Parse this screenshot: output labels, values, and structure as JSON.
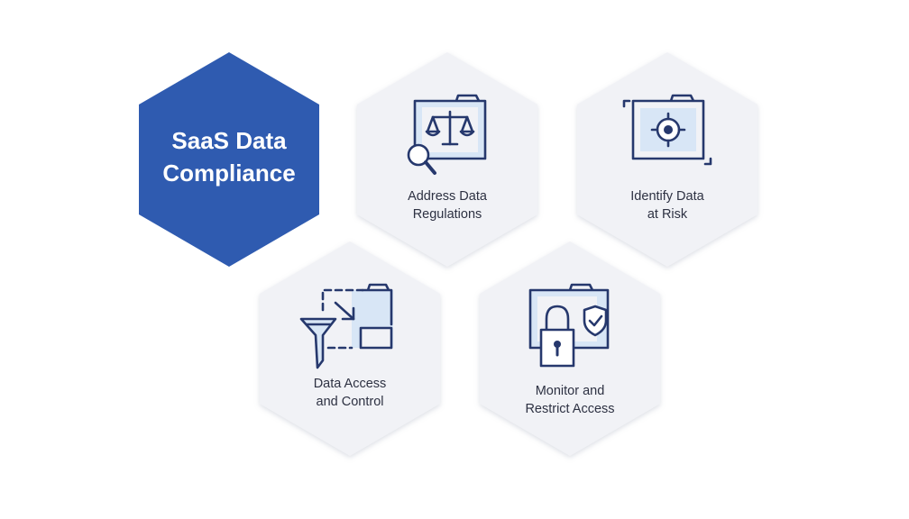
{
  "title": {
    "line1": "SaaS Data",
    "line2": "Compliance"
  },
  "items": [
    {
      "line1": "Address Data",
      "line2": "Regulations",
      "icon": "scales-magnifier-icon"
    },
    {
      "line1": "Identify Data",
      "line2": "at Risk",
      "icon": "target-folder-icon"
    },
    {
      "line1": "Data Access",
      "line2": "and Control",
      "icon": "filter-folder-icon"
    },
    {
      "line1": "Monitor and",
      "line2": "Restrict Access",
      "icon": "lock-shield-folder-icon"
    }
  ],
  "colors": {
    "title_fill": "#2f5bb0",
    "card_fill": "#f1f2f6",
    "icon_stroke": "#26386d",
    "icon_fill": "#d8e6f6",
    "text": "#2d3142"
  }
}
